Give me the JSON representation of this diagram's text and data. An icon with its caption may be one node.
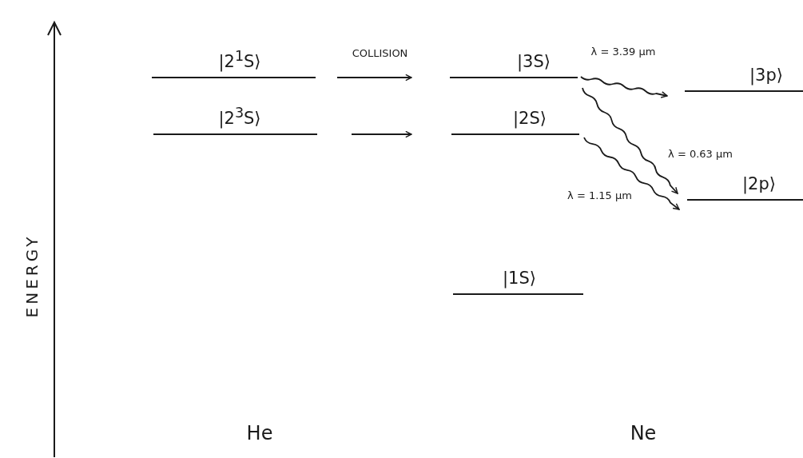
{
  "diagram": {
    "nodes": [
      {
        "text": [
          "|2$^{1}$S⟩"
        ]
      },
      {
        "text": [
          "|2$^{3}$S⟩"
        ]
      },
      {
        "text": [
          "|3S⟩"
        ]
      },
      {
        "text": [
          "|2S⟩"
        ]
      },
      {
        "text": [
          "|1S⟩"
        ]
      },
      {
        "text": [
          "|3p⟩"
        ]
      },
      {
        "text": [
          "|2p⟩"
        ]
      }
    ],
    "edges": [
      {
        "from": 0,
        "to": 2,
        "arrow": "to",
        "label": "COLLISION"
      },
      {
        "from": 1,
        "to": 3,
        "arrow": "to"
      },
      {
        "from": 2,
        "to": 5,
        "arrow": "to",
        "label": "λ = 3.39 µm"
      },
      {
        "from": 2,
        "to": 6,
        "arrow": "to",
        "label": "λ = 0.63 µm"
      },
      {
        "from": 3,
        "to": 6,
        "arrow": "to",
        "label": "λ = 1.15 µm"
      }
    ],
    "labels": [
      "ENERGY",
      "He",
      "Ne"
    ]
  }
}
